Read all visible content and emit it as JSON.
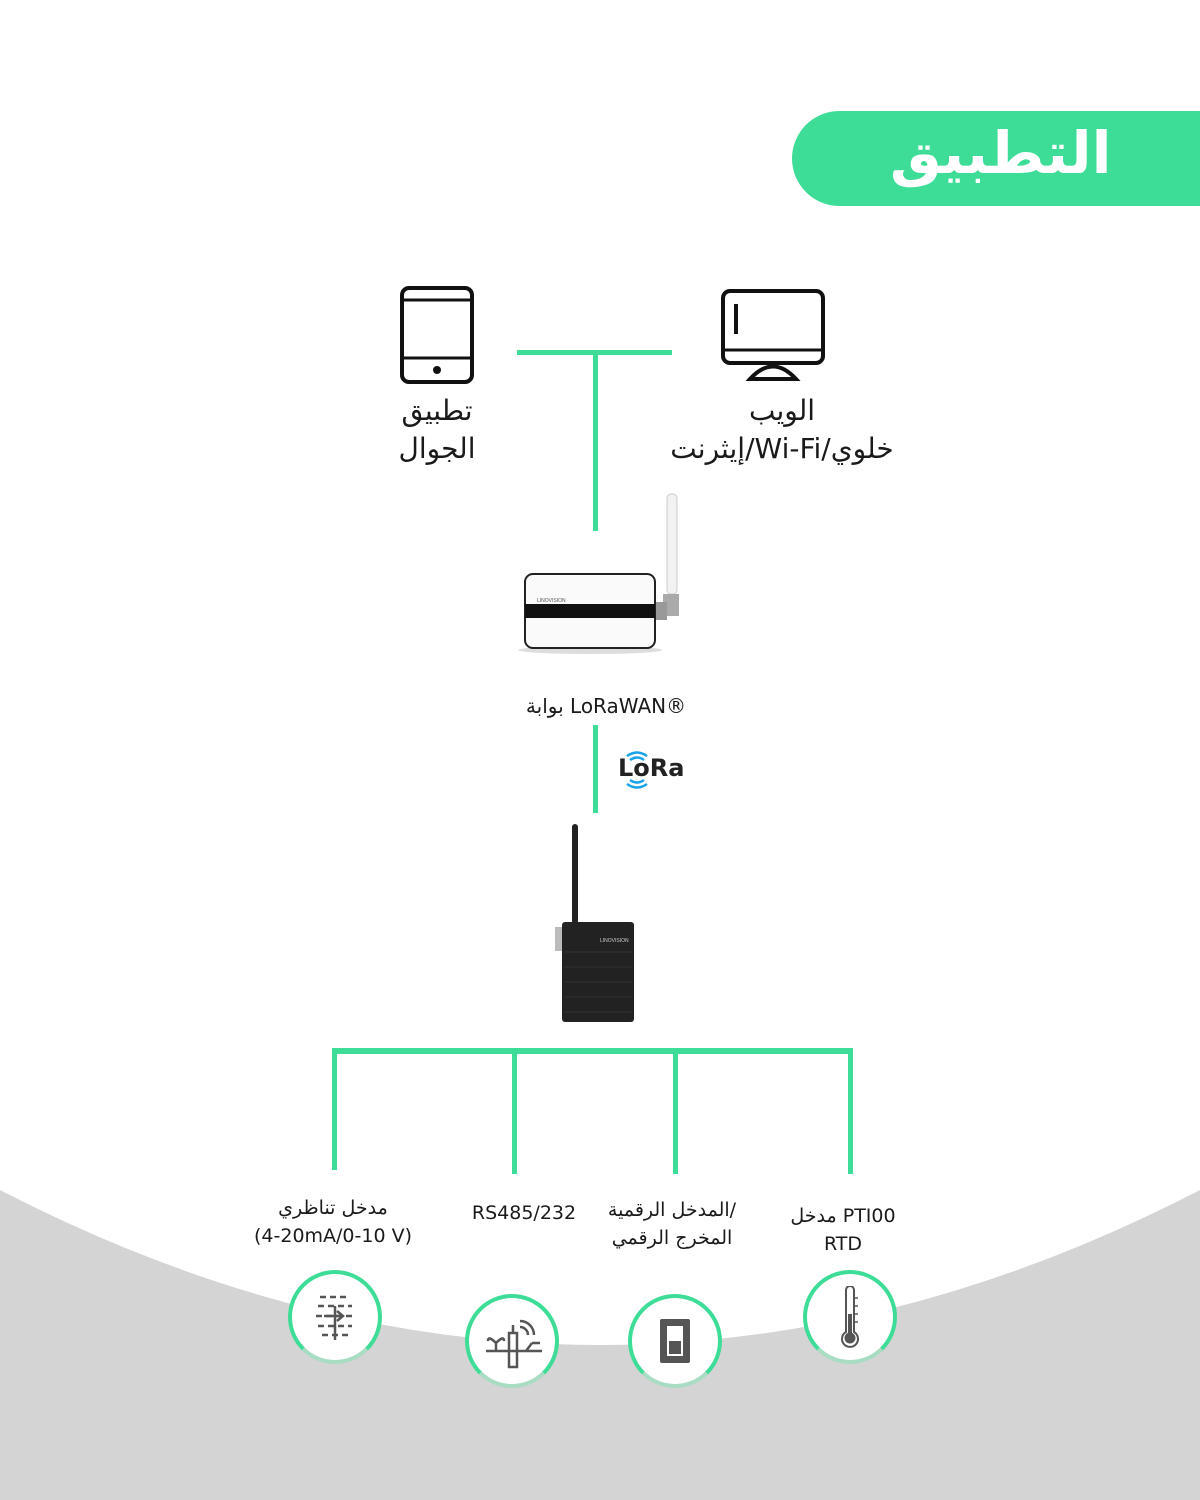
{
  "title": "التطبيق",
  "top": {
    "mobile_label_1": "تطبيق",
    "mobile_label_2": "الجوال",
    "web_label_1": "الويب",
    "web_label_2": "إيثرنت/Wi-Fi/خلوي"
  },
  "gateway": {
    "label": "بوابة LoRaWAN®",
    "brand": "LINOVISION"
  },
  "lora_logo": "LoRa",
  "node": {
    "brand": "LINOVISION"
  },
  "inputs": [
    {
      "line1": "مدخل تناظري",
      "line2": "(4-20mA/0-10 V)",
      "icon": "analog-signal-icon"
    },
    {
      "line1": "RS485/232",
      "line2": "",
      "icon": "sensor-plant-icon"
    },
    {
      "line1": "المدخل الرقمية/",
      "line2": "المخرج الرقمي",
      "icon": "switch-icon"
    },
    {
      "line1": "مدخل PTI00",
      "line2": "RTD",
      "icon": "thermometer-icon"
    }
  ],
  "colors": {
    "accent": "#3ddc97",
    "gray": "#d4d4d4",
    "lora_blue": "#1aa3e8"
  }
}
